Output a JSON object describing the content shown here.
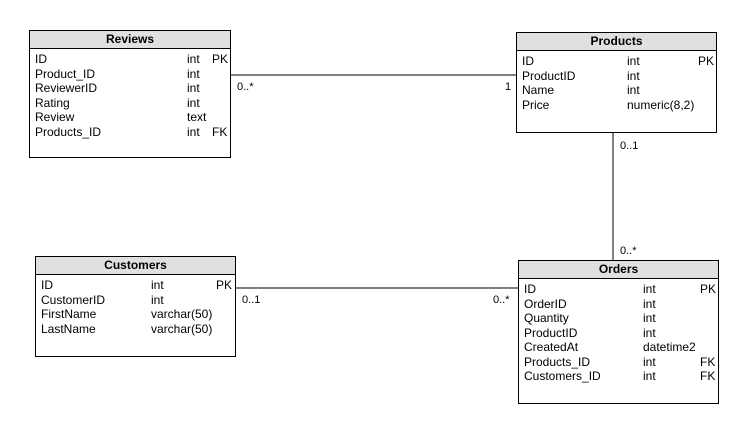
{
  "entities": {
    "reviews": {
      "title": "Reviews",
      "rows": [
        {
          "name": "ID",
          "type": "int",
          "key": "PK"
        },
        {
          "name": "Product_ID",
          "type": "int",
          "key": ""
        },
        {
          "name": "ReviewerID",
          "type": "int",
          "key": ""
        },
        {
          "name": "Rating",
          "type": "int",
          "key": ""
        },
        {
          "name": "Review",
          "type": "text",
          "key": ""
        },
        {
          "name": "Products_ID",
          "type": "int",
          "key": "FK"
        }
      ]
    },
    "products": {
      "title": "Products",
      "rows": [
        {
          "name": "ID",
          "type": "int",
          "key": "PK"
        },
        {
          "name": "ProductID",
          "type": "int",
          "key": ""
        },
        {
          "name": "Name",
          "type": "int",
          "key": ""
        },
        {
          "name": "Price",
          "type": "numeric(8,2)",
          "key": ""
        }
      ]
    },
    "customers": {
      "title": "Customers",
      "rows": [
        {
          "name": "ID",
          "type": "int",
          "key": "PK"
        },
        {
          "name": "CustomerID",
          "type": "int",
          "key": ""
        },
        {
          "name": "FirstName",
          "type": "varchar(50)",
          "key": ""
        },
        {
          "name": "LastName",
          "type": "varchar(50)",
          "key": ""
        }
      ]
    },
    "orders": {
      "title": "Orders",
      "rows": [
        {
          "name": "ID",
          "type": "int",
          "key": "PK"
        },
        {
          "name": "OrderID",
          "type": "int",
          "key": ""
        },
        {
          "name": "Quantity",
          "type": "int",
          "key": ""
        },
        {
          "name": "ProductID",
          "type": "int",
          "key": ""
        },
        {
          "name": "CreatedAt",
          "type": "datetime2",
          "key": ""
        },
        {
          "name": "Products_ID",
          "type": "int",
          "key": "FK"
        },
        {
          "name": "Customers_ID",
          "type": "int",
          "key": "FK"
        }
      ]
    }
  },
  "relationships": {
    "reviews_products": {
      "from": "0..*",
      "to": "1"
    },
    "products_orders": {
      "from": "0..1",
      "to": "0..*"
    },
    "customers_orders": {
      "from": "0..1",
      "to": "0..*"
    }
  },
  "colors": {
    "header_fill": "#e0e0e0",
    "border": "#000000",
    "line": "#000000"
  }
}
